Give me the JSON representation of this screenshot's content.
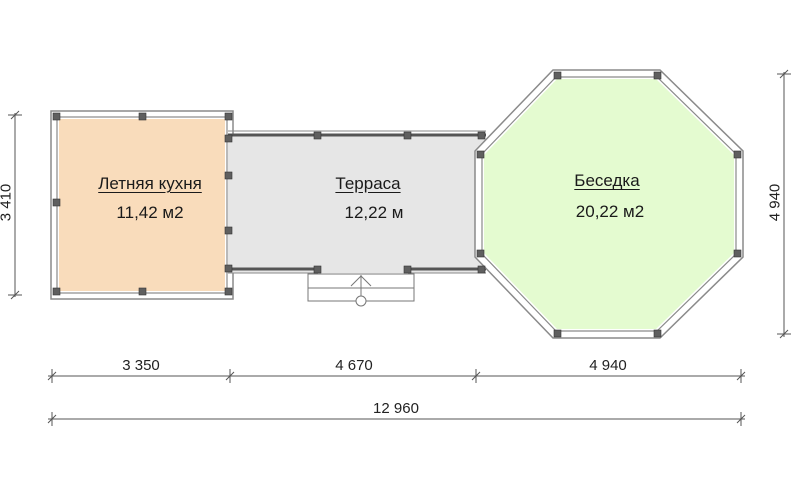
{
  "plan": {
    "rooms": [
      {
        "name": "Летняя кухня",
        "area": "11,42 м2",
        "fill": "#F9DCBB"
      },
      {
        "name": "Терраса",
        "area": "12,22 м",
        "fill": "#E6E6E6"
      },
      {
        "name": "Беседка",
        "area": "20,22 м2",
        "fill": "#E4FBD0"
      }
    ],
    "dimensions": {
      "horizontal": [
        "3 350",
        "4 670",
        "4 940"
      ],
      "total": "12 960",
      "left_vertical": "3 410",
      "right_vertical": "4 940"
    },
    "colors": {
      "wall": "#8a8a8a",
      "post": "#5a5a5a",
      "dim_line": "#555555"
    }
  }
}
